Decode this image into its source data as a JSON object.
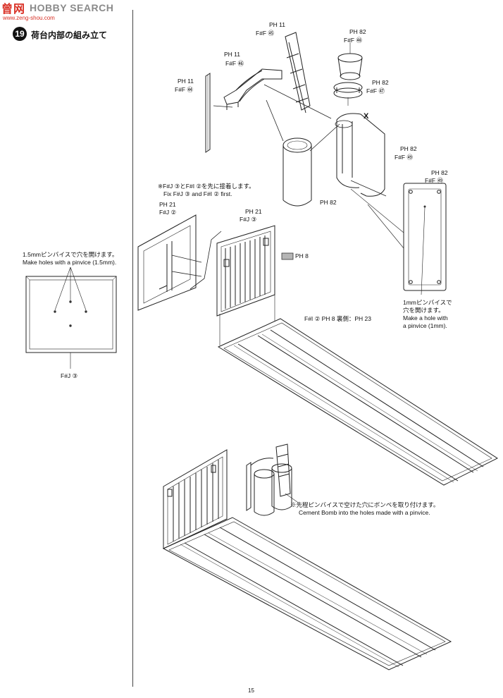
{
  "watermark": {
    "cn": "曾网",
    "en": "HOBBY SEARCH",
    "url": "www.zeng-shou.com"
  },
  "step": {
    "number": "19",
    "title": "荷台内部の組み立て"
  },
  "left_panel": {
    "note_jp": "1.5mmピンバイスで穴を開けます。",
    "note_en": "Make holes with a pinvice (1.5mm).",
    "part_label": "F#J ③"
  },
  "callouts": {
    "f45": {
      "paint": "PH 11",
      "part": "F#F ㊺"
    },
    "f46": {
      "paint": "PH 11",
      "part": "F#F ㊻"
    },
    "f44": {
      "paint": "PH 11",
      "part": "F#F ㊹"
    },
    "f48": {
      "paint": "PH 82",
      "part": "F#F ㊽"
    },
    "f47": {
      "paint": "PH 82",
      "part": "F#F ㊼"
    },
    "cyl": {
      "paint": "PH 82"
    },
    "f49": {
      "paint": "PH 82",
      "part": "F#F ㊾"
    },
    "f49b": {
      "paint": "PH 82",
      "part": "F#F ㊾"
    },
    "j2": {
      "paint": "PH 21",
      "part": "F#J ②"
    },
    "j3": {
      "paint": "PH 21",
      "part": "F#J ③"
    },
    "swatch": {
      "paint": "PH 8"
    },
    "floor": {
      "text": "F#I ②  PH 8  裏側：PH 23"
    }
  },
  "notes": {
    "first_jp": "※F#J ③とF#I ②を先に接着します。",
    "first_en": "Fix F#J ③ and F#I ② first.",
    "hole1_l1": "1mmピンバイスで",
    "hole1_l2": "穴を開けます。",
    "hole1_l3": "Make a hole with",
    "hole1_l4": "a pinvice (1mm).",
    "bomb_jp": "※先程ピンバイスで空けた穴にボンベを取り付けます。",
    "bomb_en": "Cement Bomb into the holes made with a pinvice.",
    "cut_mark": "X"
  },
  "page_number": "15"
}
